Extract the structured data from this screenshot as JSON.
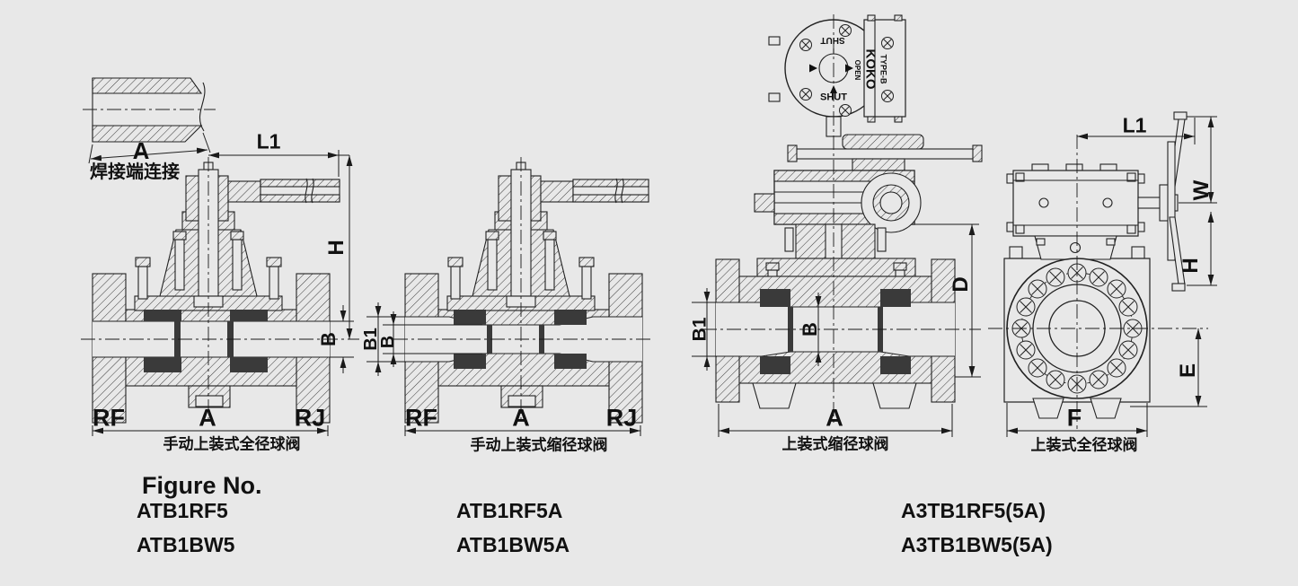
{
  "page": {
    "background": "#e8e8e8",
    "ink": "#222222"
  },
  "weld_detail": {
    "dim_a": "A",
    "caption": "焊接端连接"
  },
  "valve1": {
    "dim_l1": "L1",
    "dim_h": "H",
    "dim_b": "B",
    "end_left": "RF",
    "dim_a": "A",
    "end_right": "RJ",
    "caption": "手动上装式全径球阀"
  },
  "valve2": {
    "dim_b1": "B1",
    "dim_b": "B",
    "end_left": "RF",
    "dim_a": "A",
    "end_right": "RJ",
    "caption": "手动上装式缩径球阀"
  },
  "valve3": {
    "actuator": {
      "shut_top": "SHUT",
      "shut_bottom": "SHUT",
      "open": "OPEN",
      "brand": "KOKO",
      "model": "TYPE-B"
    },
    "dim_b1": "B1",
    "dim_b": "B",
    "dim_d": "D",
    "dim_a": "A",
    "caption": "上装式缩径球阀"
  },
  "valve4": {
    "dim_l1": "L1",
    "dim_w": "W",
    "dim_h": "H",
    "dim_e": "E",
    "dim_f": "F",
    "caption": "上装式全径球阀"
  },
  "figure_no": {
    "title": "Figure No.",
    "columns": [
      {
        "items": [
          "ATB1RF5",
          "ATB1BW5"
        ]
      },
      {
        "items": [
          "ATB1RF5A",
          "ATB1BW5A"
        ]
      },
      {
        "items": [
          "A3TB1RF5(5A)",
          "A3TB1BW5(5A)"
        ]
      }
    ]
  }
}
